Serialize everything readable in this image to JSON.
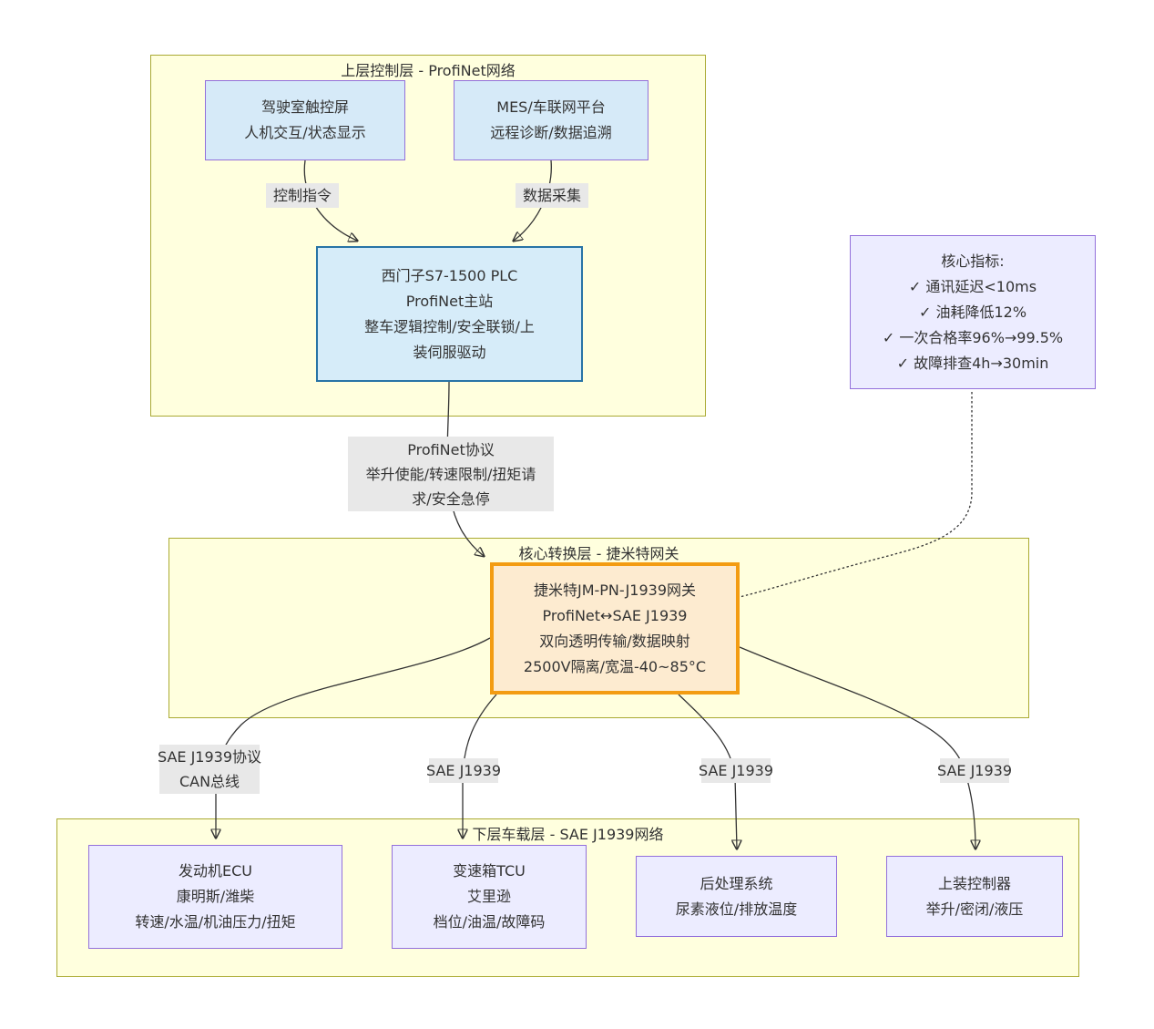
{
  "clusters": {
    "upper": {
      "title": "上层控制层 - ProfiNet网络"
    },
    "core": {
      "title": "核心转换层 - 捷米特网关"
    },
    "lower": {
      "title": "下层车载层 - SAE J1939网络"
    }
  },
  "nodes": {
    "hmi": {
      "lines": [
        "驾驶室触控屏",
        "人机交互/状态显示"
      ]
    },
    "mes": {
      "lines": [
        "MES/车联网平台",
        "远程诊断/数据追溯"
      ]
    },
    "plc": {
      "lines": [
        "西门子S7-1500 PLC",
        "ProfiNet主站",
        "整车逻辑控制/安全联锁/上",
        "装伺服驱动"
      ]
    },
    "metrics": {
      "lines": [
        "核心指标:",
        "✓ 通讯延迟<10ms",
        "✓ 油耗降低12%",
        "✓ 一次合格率96%→99.5%",
        "✓ 故障排查4h→30min"
      ]
    },
    "gateway": {
      "lines": [
        "捷米特JM-PN-J1939网关",
        "ProfiNet↔SAE J1939",
        "双向透明传输/数据映射",
        "2500V隔离/宽温-40~85°C"
      ]
    },
    "engine": {
      "lines": [
        "发动机ECU",
        "康明斯/潍柴",
        "转速/水温/机油压力/扭矩"
      ]
    },
    "tcu": {
      "lines": [
        "变速箱TCU",
        "艾里逊",
        "档位/油温/故障码"
      ]
    },
    "after": {
      "lines": [
        "后处理系统",
        "尿素液位/排放温度"
      ]
    },
    "body": {
      "lines": [
        "上装控制器",
        "举升/密闭/液压"
      ]
    }
  },
  "edge_labels": {
    "control": {
      "lines": [
        "控制指令"
      ]
    },
    "data": {
      "lines": [
        "数据采集"
      ]
    },
    "profinet": {
      "lines": [
        "ProfiNet协议",
        "举升使能/转速限制/扭矩请",
        "求/安全急停"
      ]
    },
    "can": {
      "lines": [
        "SAE J1939协议",
        "CAN总线"
      ]
    },
    "sae1": {
      "lines": [
        "SAE J1939"
      ]
    },
    "sae2": {
      "lines": [
        "SAE J1939"
      ]
    },
    "sae3": {
      "lines": [
        "SAE J1939"
      ]
    }
  },
  "colors": {
    "cluster_fill": "#ffffde",
    "cluster_border": "#aaaa33",
    "blue_node_fill": "#d6eaf8",
    "purple_border": "#9370db",
    "plc_border": "#2874a6",
    "gateway_fill": "#fdebd0",
    "gateway_border": "#f39c12",
    "lavender_fill": "#ececff",
    "edge_label_bg": "#e8e8e8",
    "edge_stroke": "#333333",
    "text": "#333333"
  }
}
